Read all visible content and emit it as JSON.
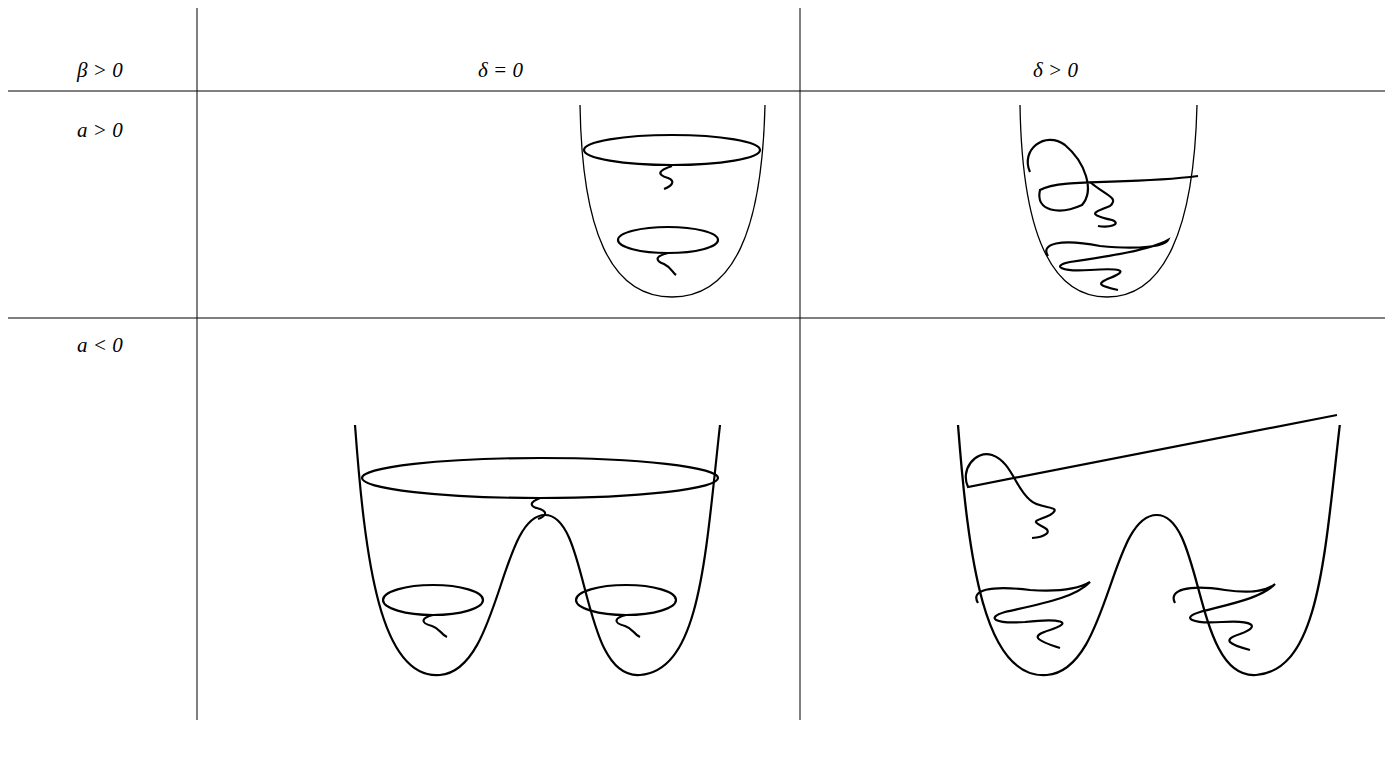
{
  "diagram": {
    "labels": [
      "β > 0",
      "δ = 0",
      "δ > 0",
      "a > 0",
      "a < 0"
    ]
  }
}
